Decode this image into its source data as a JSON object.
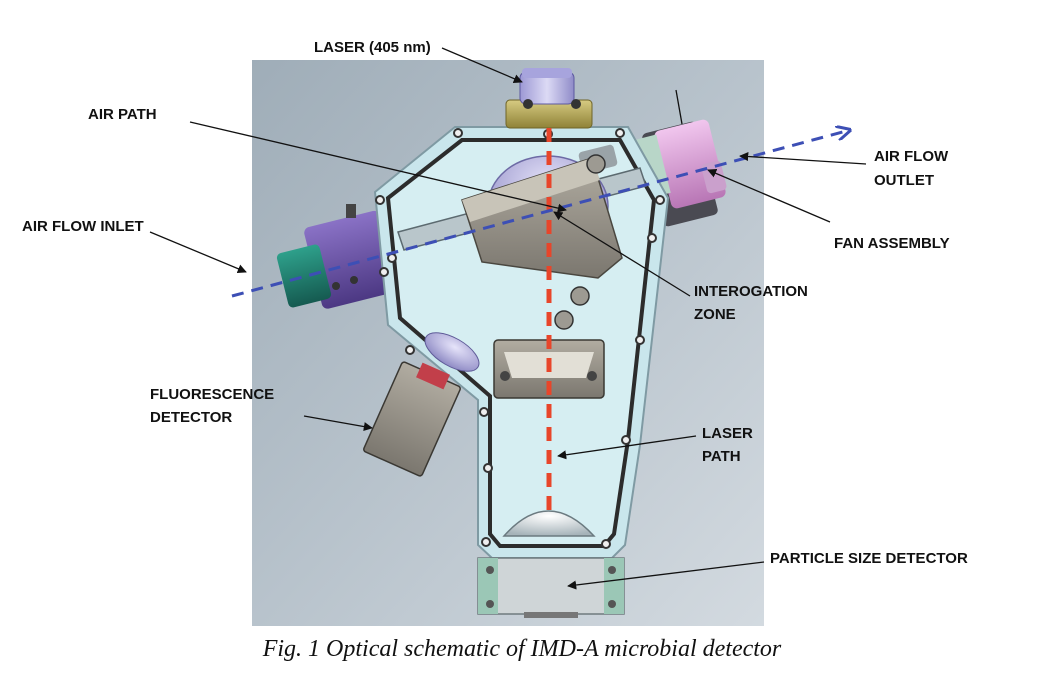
{
  "labels": {
    "laser": "LASER (405 nm)",
    "air_path": "AIR PATH",
    "air_flow_inlet": "AIR FLOW INLET",
    "air_flow_outlet_1": "AIR FLOW",
    "air_flow_outlet_2": "OUTLET",
    "fan_assembly": "FAN ASSEMBLY",
    "interogation_zone_1": "INTEROGATION",
    "interogation_zone_2": "ZONE",
    "fluorescence_detector_1": "FLUORESCENCE",
    "fluorescence_detector_2": "DETECTOR",
    "laser_path_1": "LASER",
    "laser_path_2": "PATH",
    "particle_size_detector": "PARTICLE SIZE DETECTOR"
  },
  "caption": "Fig. 1 Optical schematic of IMD-A microbial detector",
  "colors": {
    "panel_background": "#b4c0c9",
    "housing_fill": "#c9e6ec",
    "laser_beam": "#e8452a",
    "air_path_arrow": "#3d4fb5",
    "inlet_purple": "#6a4fa8",
    "inlet_green": "#1f7d6e",
    "outlet_pink": "#d9a0d8",
    "laser_mount_gold": "#b6a65a",
    "laser_head_lavender": "#b8b4e3"
  }
}
